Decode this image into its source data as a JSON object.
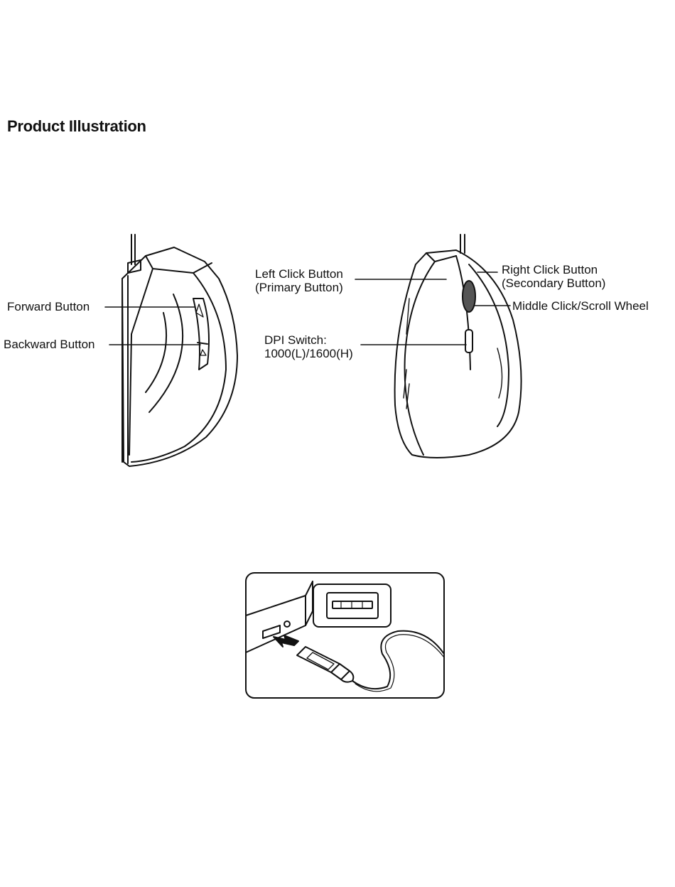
{
  "page": {
    "title": "Product Illustration"
  },
  "side_view": {
    "forward_button": "Forward Button",
    "backward_button": "Backward Button"
  },
  "front_view": {
    "left_click": {
      "line1": "Left Click Button",
      "line2": "(Primary Button)"
    },
    "right_click": {
      "line1": "Right Click Button",
      "line2": "(Secondary Button)"
    },
    "middle_click": "Middle Click/Scroll Wheel",
    "dpi_switch": {
      "line1": "DPI Switch:",
      "line2": "1000(L)/1600(H)"
    }
  },
  "colors": {
    "ink": "#111111",
    "wheel": "#555555"
  }
}
